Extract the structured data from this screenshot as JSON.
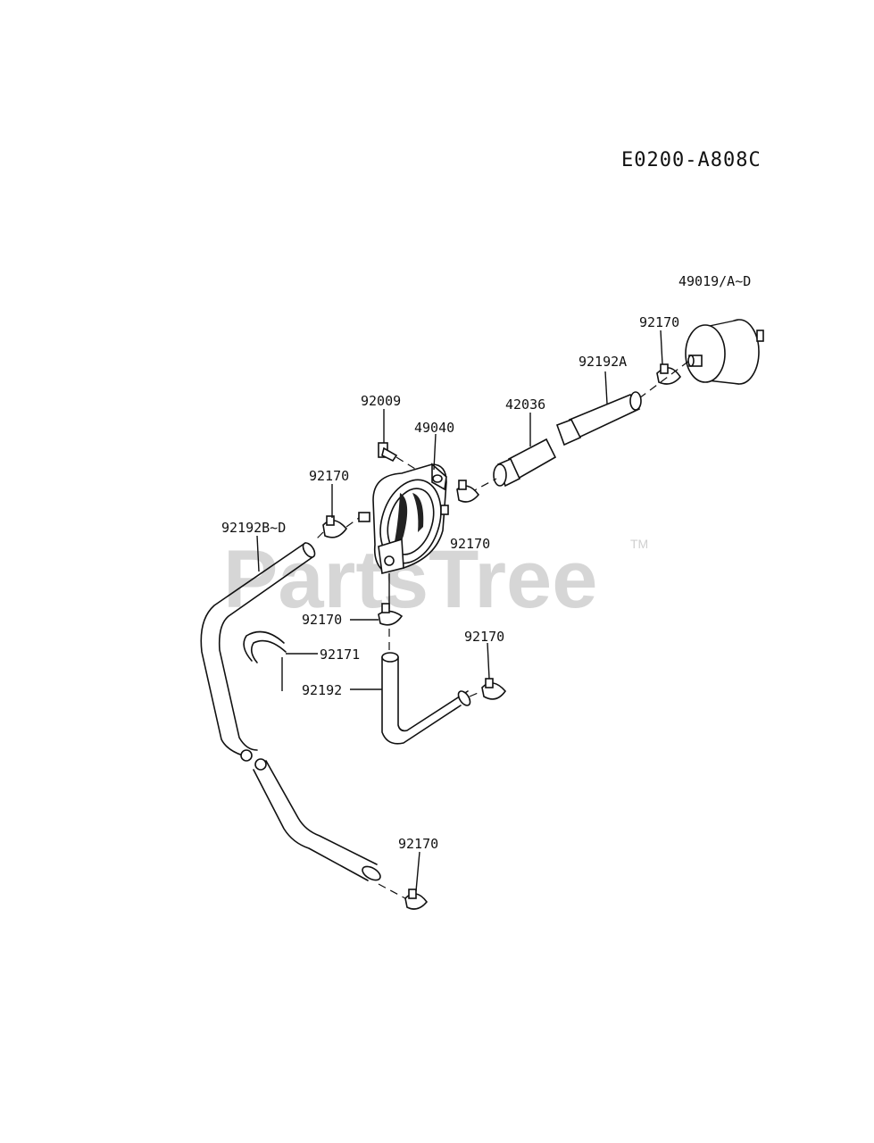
{
  "diagram_code": "E0200-A808C",
  "watermark": "PartsTree",
  "trademark": "TM",
  "labels": {
    "fuel_filter": "49019/A~D",
    "clamp_filter": "92170",
    "hose_a": "92192A",
    "hose_mid": "42036",
    "screw": "92009",
    "fuel_pump": "49040",
    "clamp_upper_left": "92170",
    "hose_bd": "92192B~D",
    "clamp_pump_right": "92170",
    "clamp_pump_bottom": "92170",
    "clip": "92171",
    "clamp_elbow": "92170",
    "hose_elbow": "92192",
    "clamp_bottom": "92170"
  }
}
